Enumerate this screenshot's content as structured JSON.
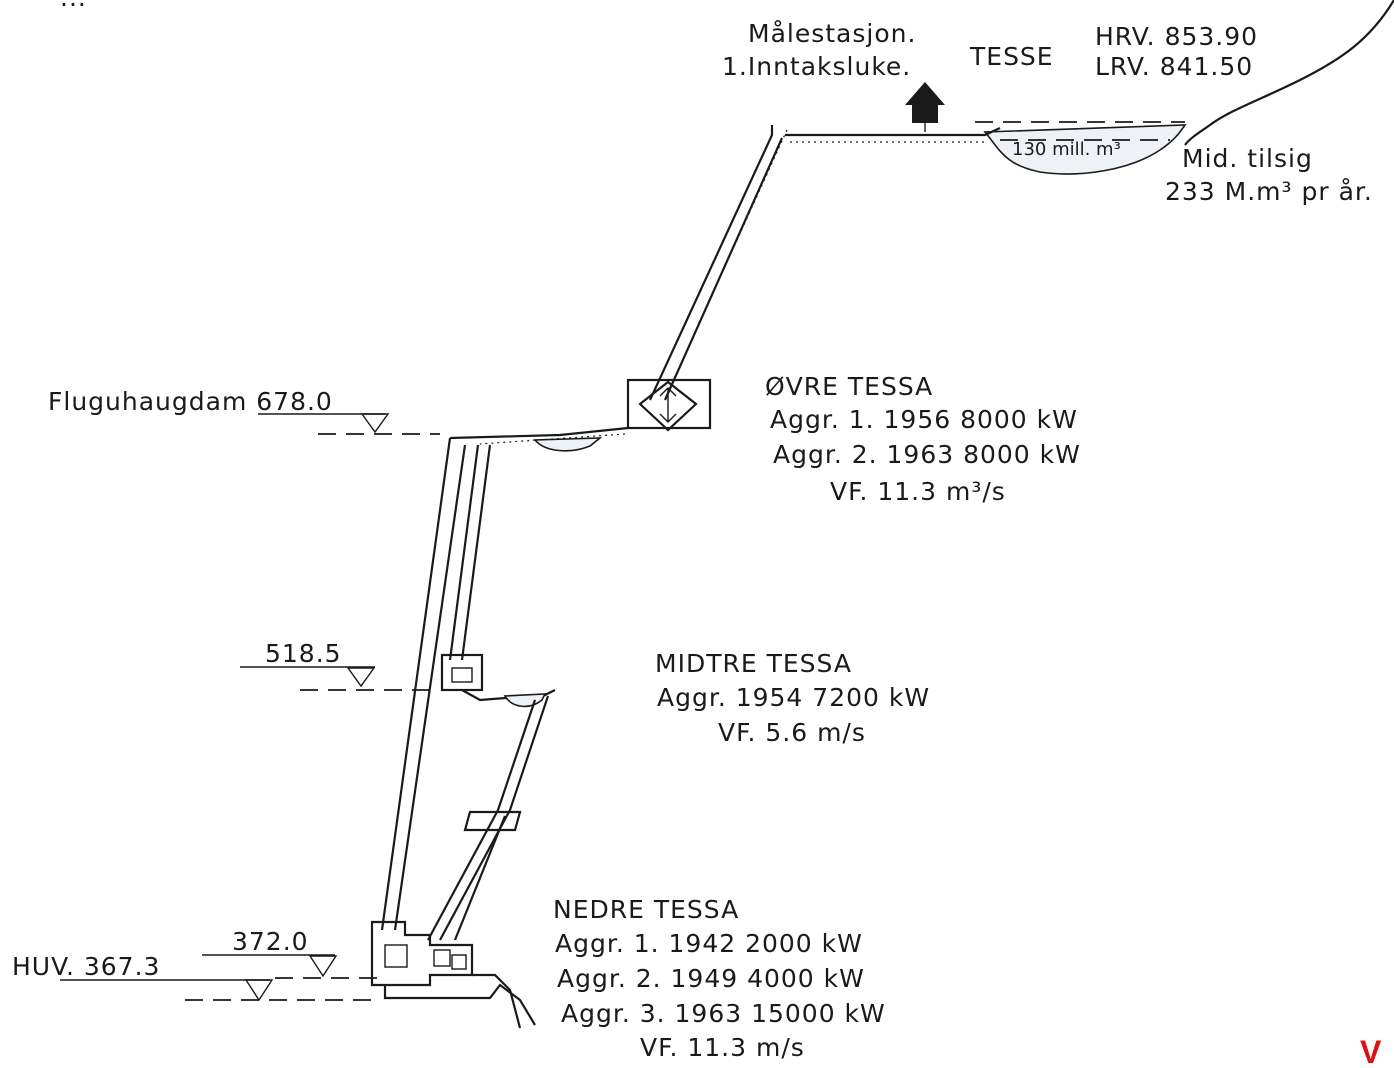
{
  "top_cut_text": "...",
  "reservoir": {
    "name": "TESSE",
    "station_line1": "Målestasjon.",
    "station_line2": "1.Inntaksluke.",
    "hrv": "HRV. 853.90",
    "lrv": "LRV. 841.50",
    "volume": "130 mill. m³",
    "inflow_line1": "Mid. tilsig",
    "inflow_line2": "233 M.m³ pr år."
  },
  "ovre": {
    "name": "ØVRE TESSA",
    "aggr1": "Aggr. 1. 1956   8000 kW",
    "aggr2": "Aggr. 2. 1963   8000 kW",
    "vf": "VF. 11.3 m³/s"
  },
  "fluguhaugdam": "Fluguhaugdam 678.0",
  "midtre": {
    "level": "518.5",
    "name": "MIDTRE TESSA",
    "aggr": "Aggr. 1954   7200 kW",
    "vf": "VF. 5.6 m/s"
  },
  "nedre": {
    "level": "372.0",
    "huv": "HUV. 367.3",
    "name": "NEDRE TESSA",
    "aggr1": "Aggr. 1. 1942     2000 kW",
    "aggr2": "Aggr. 2. 1949     4000 kW",
    "aggr3": "Aggr. 3. 1963   15000 kW",
    "vf": "VF. 11.3  m/s"
  },
  "corner_red_text": "V"
}
